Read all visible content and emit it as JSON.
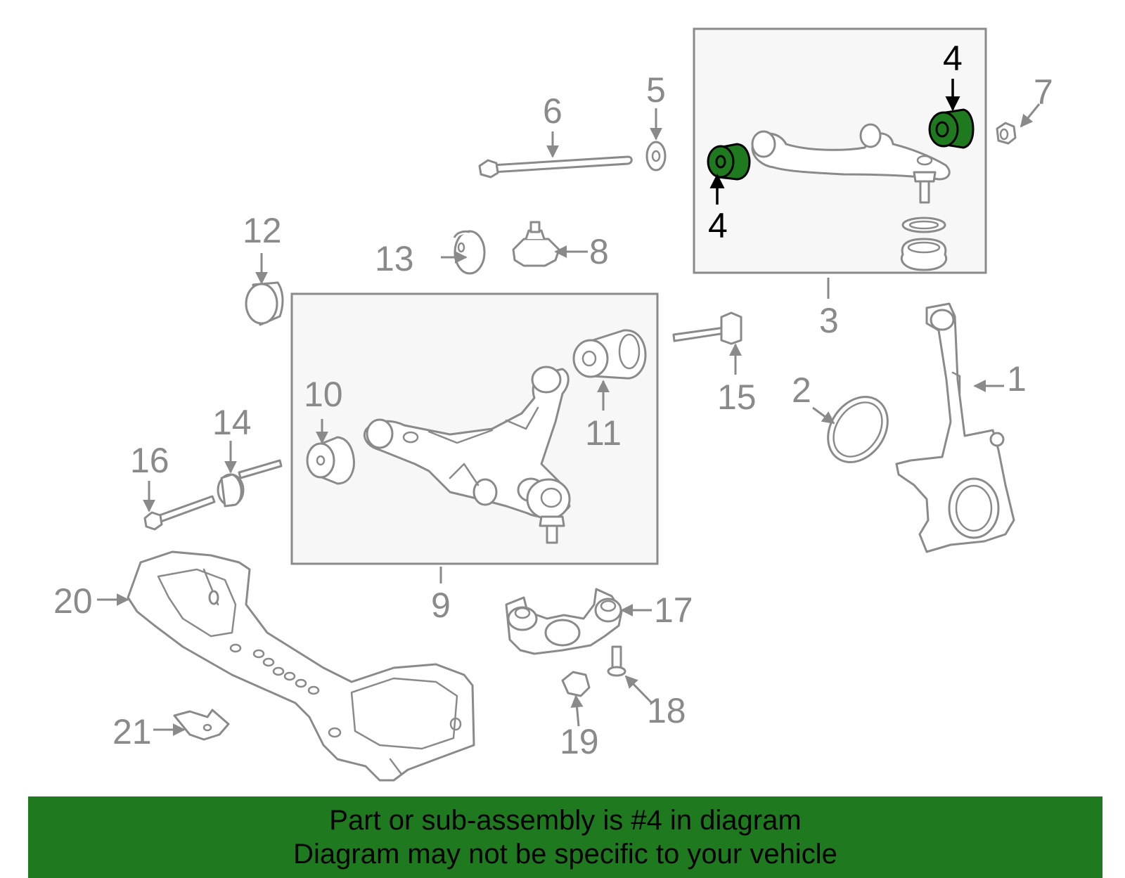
{
  "diagram": {
    "highlight_color": "#1f7a1f",
    "labels": {
      "p1": "1",
      "p2": "2",
      "p3": "3",
      "p4a": "4",
      "p4b": "4",
      "p5": "5",
      "p6": "6",
      "p7": "7",
      "p8": "8",
      "p9": "9",
      "p10": "10",
      "p11": "11",
      "p12": "12",
      "p13": "13",
      "p14": "14",
      "p15": "15",
      "p16": "16",
      "p17": "17",
      "p18": "18",
      "p19": "19",
      "p20": "20",
      "p21": "21"
    }
  },
  "banner": {
    "line1": "Part or sub-assembly is #4 in diagram",
    "line2": "Diagram may not be specific to your vehicle"
  }
}
